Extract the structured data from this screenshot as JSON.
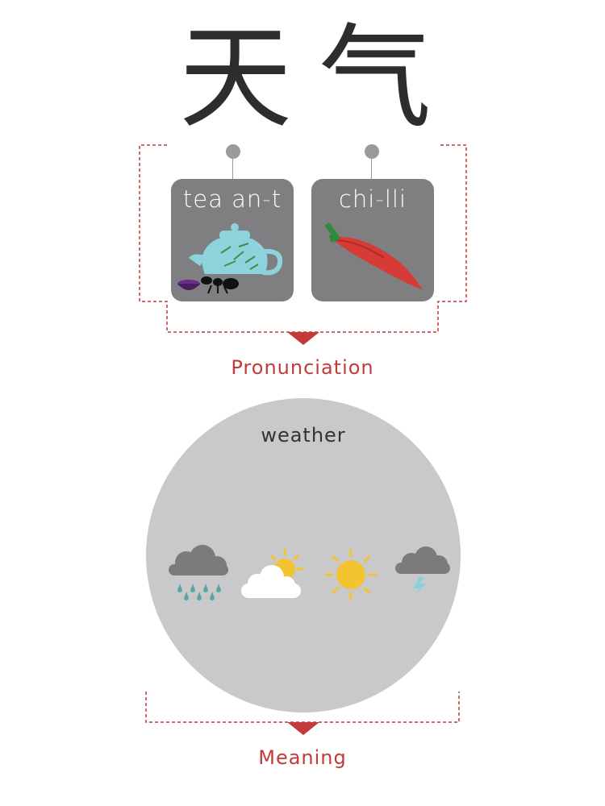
{
  "characters": [
    {
      "glyph": "天",
      "mnemonic": {
        "main": "tea an",
        "sep": "-",
        "tail": "t"
      }
    },
    {
      "glyph": "气",
      "mnemonic": {
        "main": "chi",
        "sep": "-",
        "tail": "lli"
      }
    }
  ],
  "pronunciation_label": "Pronunciation",
  "meaning_word": "weather",
  "meaning_label": "Meaning",
  "icons": [
    "rain-cloud-icon",
    "sun-behind-cloud-icon",
    "sun-icon",
    "thunder-cloud-icon"
  ],
  "colors": {
    "accent": "#c23a3a",
    "card": "#7f7f81",
    "circle": "#c9c9cb",
    "sun": "#f4c430",
    "glyph": "#2d2d2d"
  }
}
